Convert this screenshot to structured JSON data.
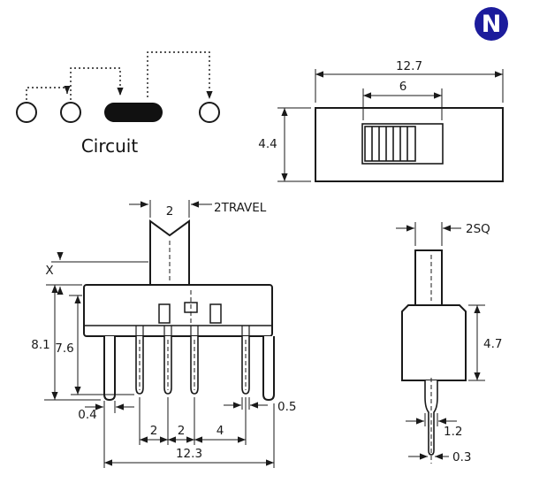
{
  "colors": {
    "line": "#1a1a1a",
    "logo_blue": "#1c1c9c",
    "slider_fill": "#111111"
  },
  "logo": {
    "letter": "N"
  },
  "circuit_diagram": {
    "caption": "Circuit"
  },
  "top_view": {
    "dim_overall_width": "12.7",
    "dim_slot_width": "6",
    "dim_height": "4.4"
  },
  "front_view": {
    "dim_knob_width": "2",
    "dim_travel": "2TRAVEL",
    "dim_shaft_height": "X",
    "dim_height_total": "8.1",
    "dim_height_inner": "7.6",
    "dim_leg_width": "0.4",
    "dim_pin_width": "0.5",
    "dim_pitch_a": "2",
    "dim_pitch_b": "2",
    "dim_pitch_c": "4",
    "dim_overall_width": "12.3"
  },
  "side_view": {
    "dim_shaft": "2SQ",
    "dim_body_height": "4.7",
    "dim_pin_wide": "1.2",
    "dim_pin_thin": "0.3"
  }
}
